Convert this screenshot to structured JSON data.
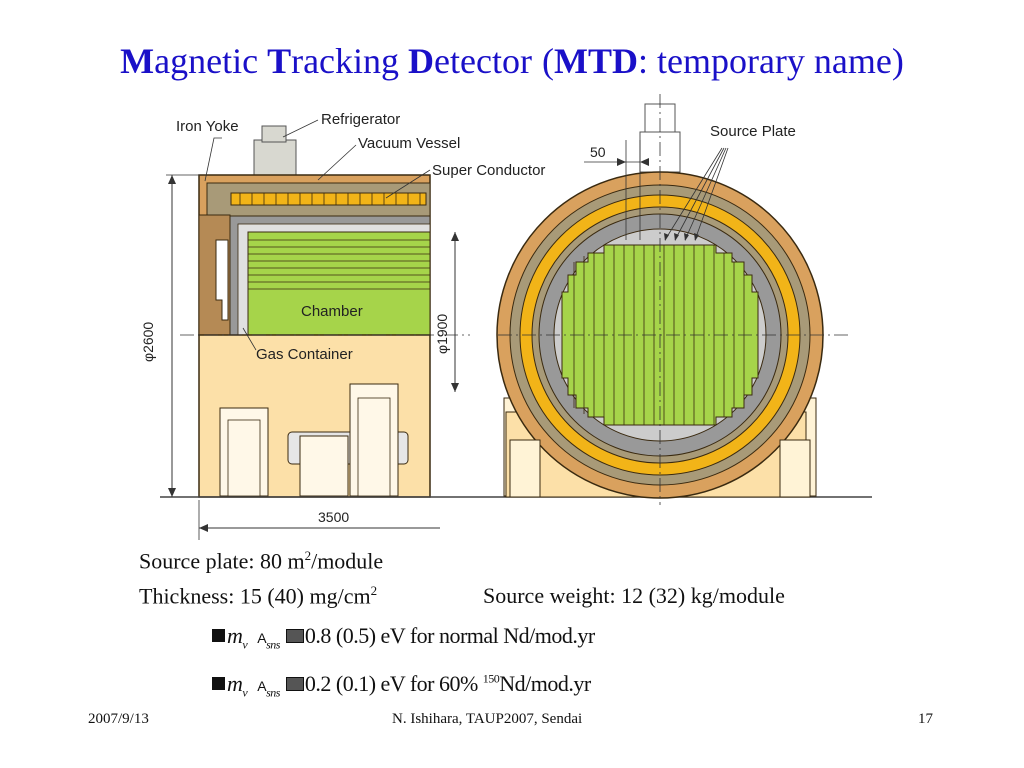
{
  "title": {
    "p1_initial": "M",
    "p1_rest": "agnetic ",
    "p2_initial": "T",
    "p2_rest": "racking ",
    "p3_initial": "D",
    "p3_rest": "etector",
    "paren_open": "(",
    "abbr": "MTD",
    "suffix": ": temporary name)"
  },
  "diagram": {
    "labels": {
      "iron_yoke": "Iron Yoke",
      "refrigerator": "Refrigerator",
      "vacuum_vessel": "Vacuum Vessel",
      "super_conductor": "Super Conductor",
      "chamber": "Chamber",
      "gas_container": "Gas Container",
      "source_plate": "Source Plate",
      "dim_50": "50",
      "dim_2600": "φ2600",
      "dim_1900": "φ1900",
      "dim_3500": "3500"
    },
    "colors": {
      "yoke": "#d9a15e",
      "vessel": "#a89a78",
      "conductor": "#f2b418",
      "gray": "#999999",
      "chamber": "#a6d44a",
      "gas": "#fce0a8",
      "outline": "#3a2a10"
    }
  },
  "text": {
    "source_plate_pre": "Source plate: 80 m",
    "source_plate_sup": "2",
    "source_plate_post": "/module",
    "thickness_pre": "Thickness: 15 (40) mg/cm",
    "thickness_sup": "2",
    "weight": "Source weight: 12 (32) kg/module"
  },
  "formulas": [
    {
      "m": "m",
      "nu": "ν",
      "A": "A",
      "sub": "sns",
      "value": "0.8 (0.5) eV for normal Nd/mod.yr",
      "sup": "",
      "post": ""
    },
    {
      "m": "m",
      "nu": "ν",
      "A": "A",
      "sub": "sns",
      "value": "0.2 (0.1) eV for 60% ",
      "sup": "150",
      "post": "Nd/mod.yr"
    }
  ],
  "footer": {
    "date": "2007/9/13",
    "author": "N. Ishihara, TAUP2007, Sendai",
    "page": "17"
  }
}
